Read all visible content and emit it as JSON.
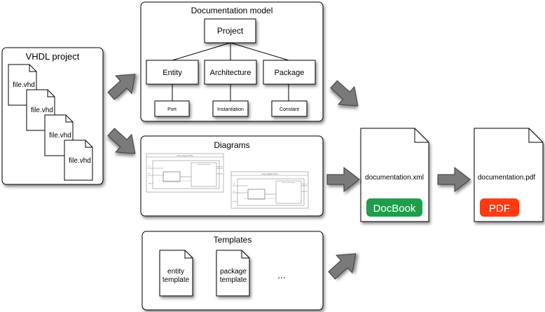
{
  "vhdl_project": {
    "title": "VHDL project",
    "files": [
      "file.vhd",
      "file.vhd",
      "file.vhd",
      "file.vhd"
    ]
  },
  "documentation_model": {
    "title": "Documentation model",
    "root": "Project",
    "children": [
      "Entity",
      "Architecture",
      "Package"
    ],
    "leaves": [
      "Port",
      "Instantiation",
      "Constant"
    ]
  },
  "diagrams": {
    "title": "Diagrams",
    "thumb1": {
      "title": "entity_diagram (RTL)",
      "inner_label": "block_architecture",
      "port_labels": [
        "clk",
        "rst",
        "data_in",
        "data_out"
      ]
    },
    "thumb2": {
      "title": "entity_diagram (RTL)",
      "inner_label": "block_architecture",
      "port_labels": [
        "clk",
        "rst",
        "data_in",
        "data_out"
      ]
    }
  },
  "templates": {
    "title": "Templates",
    "items": [
      {
        "line1": "entity",
        "line2": "template"
      },
      {
        "line1": "package",
        "line2": "template"
      }
    ],
    "ellipsis": "..."
  },
  "documentation_xml": {
    "filename": "documentation.xml",
    "badge": "DocBook",
    "badge_color": "#1e9e4a"
  },
  "documentation_pdf": {
    "filename": "documentation.pdf",
    "badge": "PDF",
    "badge_color": "#ff3b14"
  },
  "colors": {
    "arrow_fill": "#7a7a7a",
    "arrow_stroke": "#3c3c3c"
  }
}
